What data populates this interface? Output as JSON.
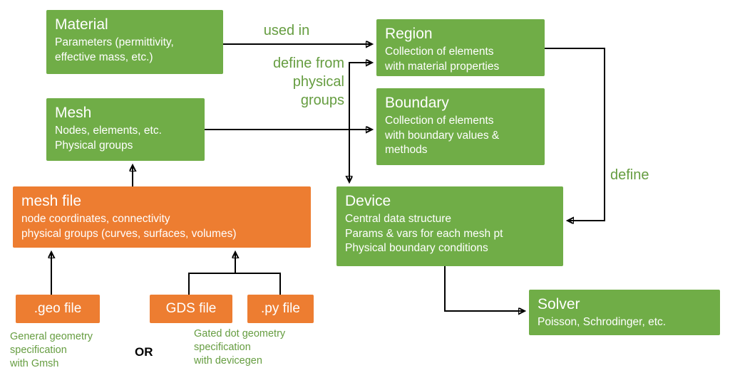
{
  "colors": {
    "box_green": "#70AD47",
    "box_orange": "#ED7D31",
    "label_green": "#669D41",
    "arrow": "#000000"
  },
  "boxes": {
    "material": {
      "title": "Material",
      "body": "Parameters (permittivity,\neffective mass, etc.)"
    },
    "mesh": {
      "title": "Mesh",
      "body": "Nodes, elements, etc.\nPhysical groups"
    },
    "mesh_file": {
      "title": "mesh file",
      "body": "node coordinates, connectivity\nphysical groups (curves, surfaces, volumes)"
    },
    "region": {
      "title": "Region",
      "body": "Collection of elements\nwith material properties"
    },
    "boundary": {
      "title": "Boundary",
      "body": "Collection of elements\nwith boundary values &\nmethods"
    },
    "device": {
      "title": "Device",
      "body": "Central data structure\nParams & vars for each mesh pt\nPhysical boundary conditions"
    },
    "solver": {
      "title": "Solver",
      "body": "Poisson, Schrodinger, etc."
    },
    "geo_file": {
      "title": ".geo file"
    },
    "gds_file": {
      "title": "GDS file"
    },
    "py_file": {
      "title": ".py file"
    }
  },
  "edge_labels": {
    "used_in": "used in",
    "define_from_physical_groups": "define from\nphysical\ngroups",
    "define": "define"
  },
  "annotations": {
    "or": "OR",
    "geo_note": "General geometry\nspecification\nwith Gmsh",
    "gds_note": "Gated dot geometry\nspecification\nwith devicegen"
  }
}
